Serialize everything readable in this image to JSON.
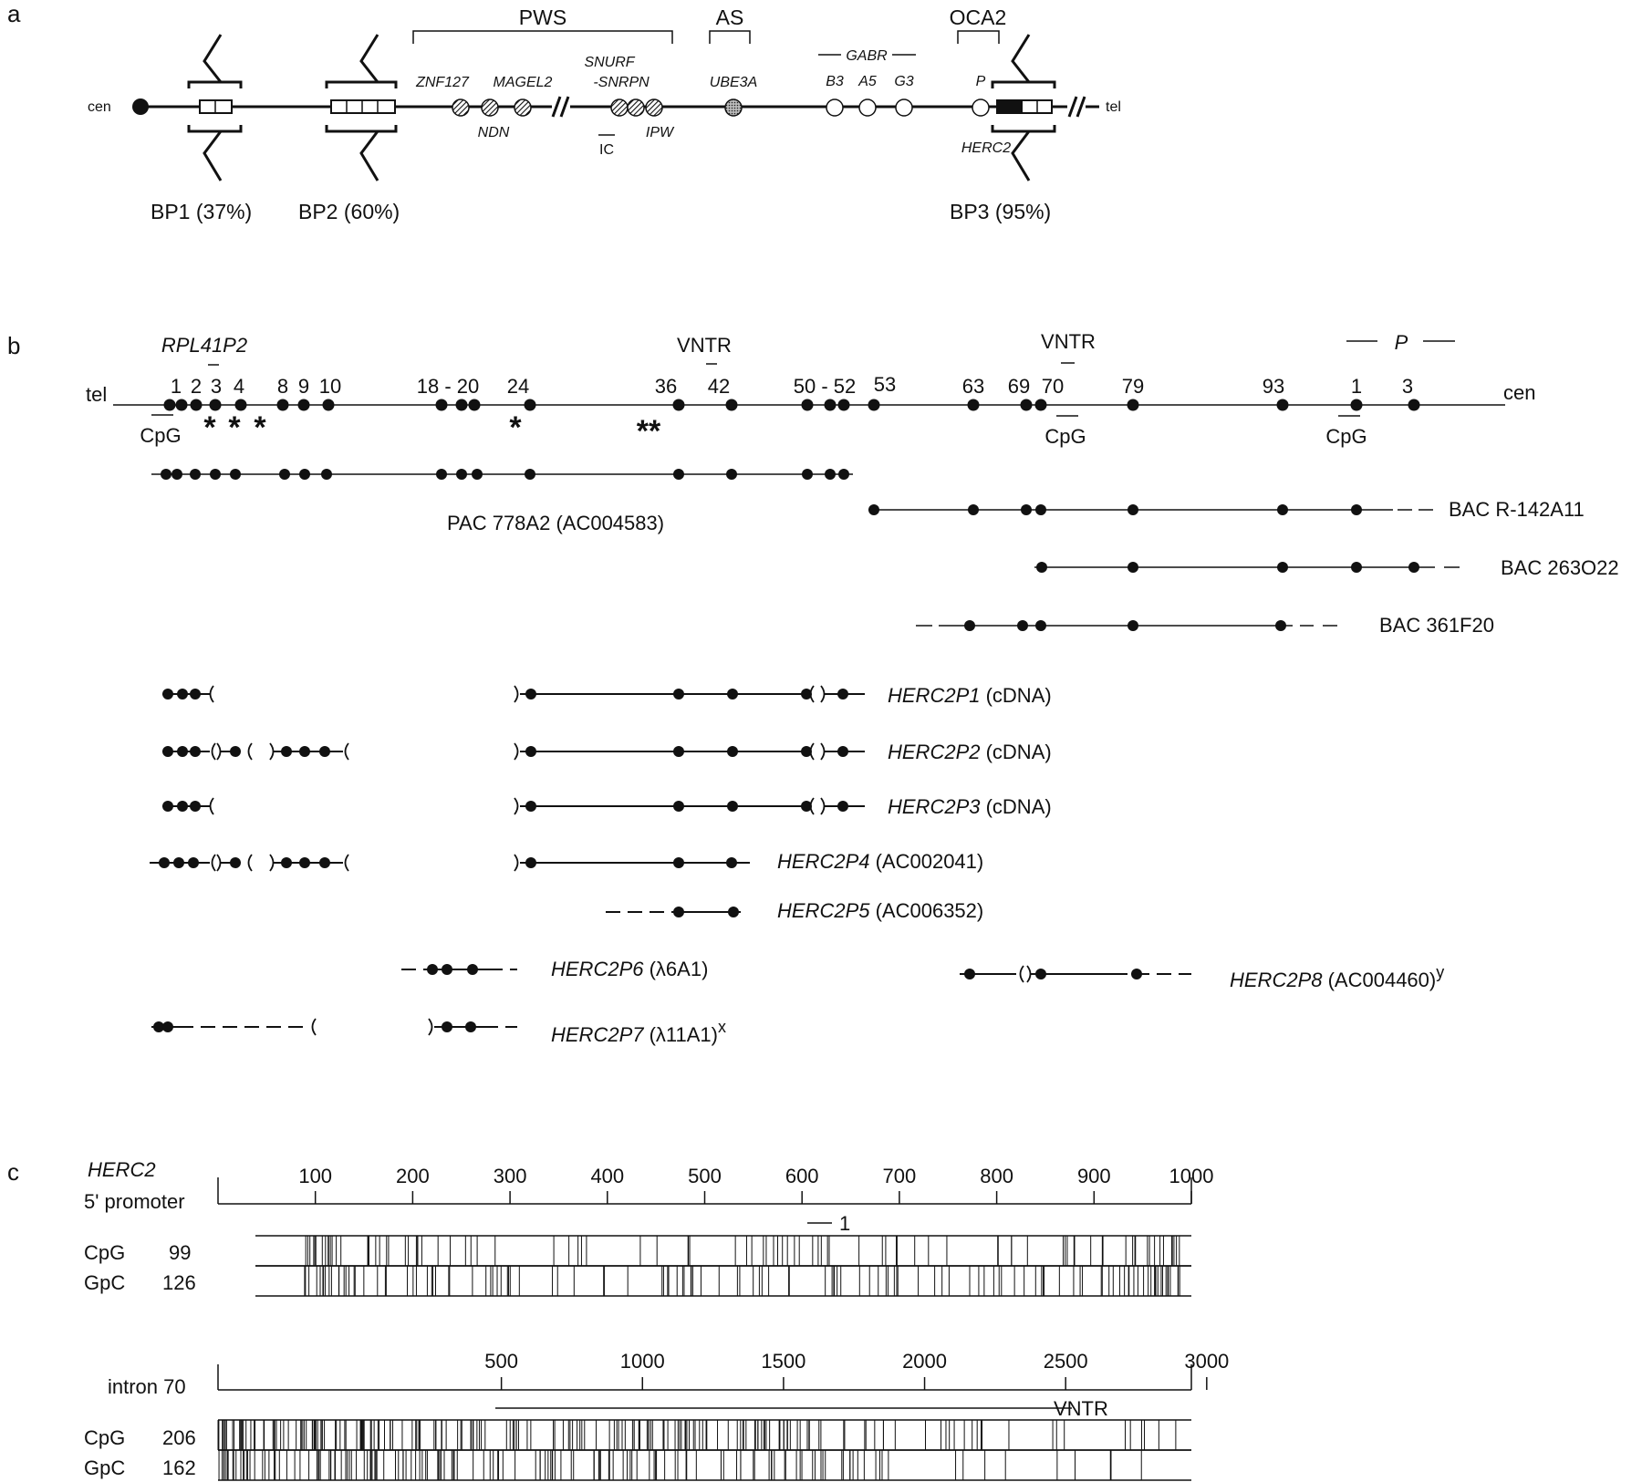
{
  "panel_labels": {
    "a": "a",
    "b": "b",
    "c": "c"
  },
  "panel_a": {
    "cen": "cen",
    "tel": "tel",
    "regions": {
      "pws": "PWS",
      "as": "AS",
      "oca2": "OCA2"
    },
    "genes": {
      "znf127": "ZNF127",
      "magel2": "MAGEL2",
      "ndn": "NDN",
      "snurf1": "SNURF",
      "snurf2": "-SNRPN",
      "ic": "IC",
      "ipw": "IPW",
      "ube3a": "UBE3A",
      "gabr": "GABR",
      "b3": "B3",
      "a5": "A5",
      "g3": "G3",
      "p": "P",
      "herc2": "HERC2"
    },
    "bp": {
      "bp1": "BP1 (37%)",
      "bp2": "BP2 (60%)",
      "bp3": "BP3 (95%)"
    }
  },
  "panel_b": {
    "tel": "tel",
    "cen": "cen",
    "rpl": "RPL41P2",
    "vntr1": "VNTR",
    "vntr2": "VNTR",
    "p": "P",
    "cpg": "CpG",
    "exon_numbers": [
      "1",
      "2",
      "3",
      "4",
      "8",
      "9",
      "10",
      "18 - 20",
      "24",
      "36",
      "42",
      "50 - 52",
      "53",
      "63",
      "69",
      "70",
      "79",
      "93",
      "1",
      "3"
    ],
    "clones": {
      "pac": "PAC 778A2 (AC004583)",
      "bac1": "BAC R-142A11",
      "bac2": "BAC 263O22",
      "bac3": "BAC 361F20"
    },
    "paralogs": [
      {
        "name": "HERC2P1",
        "note": " (cDNA)"
      },
      {
        "name": "HERC2P2",
        "note": " (cDNA)"
      },
      {
        "name": "HERC2P3",
        "note": " (cDNA)"
      },
      {
        "name": "HERC2P4",
        "note": " (AC002041)"
      },
      {
        "name": "HERC2P5",
        "note": " (AC006352)"
      },
      {
        "name": "HERC2P6",
        "note": " (λ6A1)"
      },
      {
        "name": "HERC2P7",
        "note": " (λ11A1)",
        "sup": "x"
      },
      {
        "name": "HERC2P8",
        "note": " (AC004460)",
        "sup": "y"
      }
    ]
  },
  "panel_c": {
    "title1": "HERC2",
    "title2": "5' promoter",
    "ticks1": [
      "100",
      "200",
      "300",
      "400",
      "500",
      "600",
      "700",
      "800",
      "900",
      "1000"
    ],
    "marker": "1",
    "rows1": [
      {
        "label": "CpG",
        "count": "99"
      },
      {
        "label": "GpC",
        "count": "126"
      }
    ],
    "title3": "intron 70",
    "ticks2": [
      "500",
      "1000",
      "1500",
      "2000",
      "2500",
      "3000"
    ],
    "vntr": "VNTR",
    "rows2": [
      {
        "label": "CpG",
        "count": "206"
      },
      {
        "label": "GpC",
        "count": "162"
      }
    ]
  }
}
